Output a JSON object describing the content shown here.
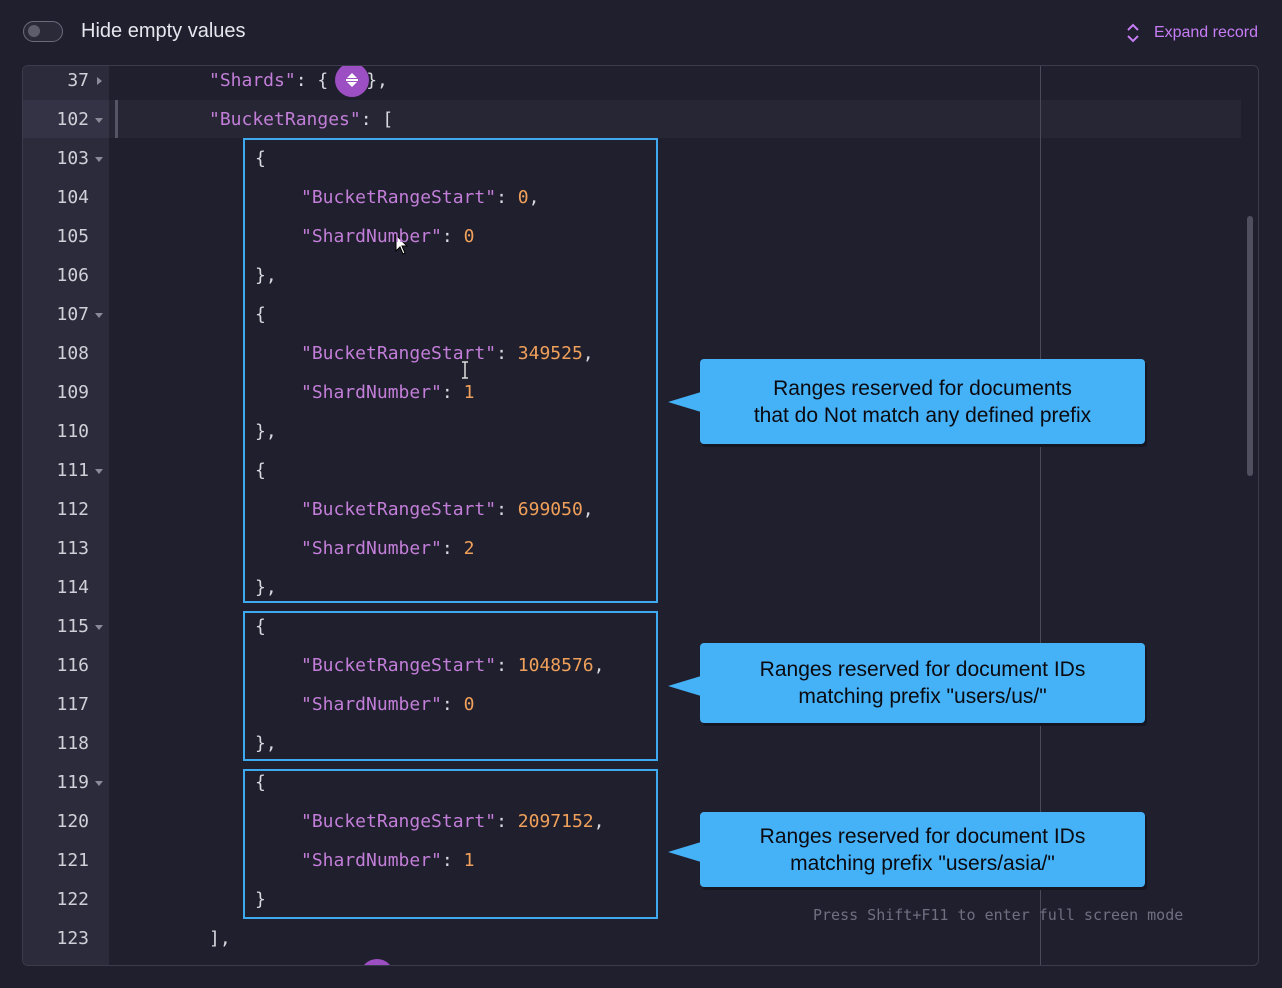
{
  "header": {
    "toggle_label": "Hide empty values",
    "toggle_state": "off",
    "expand_label": "Expand record",
    "expand_icon": "chevron-up-down-icon"
  },
  "colors": {
    "background": "#1f1f2d",
    "accent": "#c77df5",
    "key": "#c27ed8",
    "number": "#f0a05a",
    "callout": "#45b1f7",
    "box_border": "#3ea9ef"
  },
  "editor": {
    "lines": [
      {
        "num": "37",
        "fold": "right",
        "k": "\"Shards\"",
        "a": ": {",
        "b": "},",
        "n": ""
      },
      {
        "num": "102",
        "fold": "down",
        "k": "\"BucketRanges\"",
        "a": ": [",
        "b": "",
        "n": ""
      },
      {
        "num": "103",
        "fold": "down",
        "k": "",
        "a": "{",
        "b": "",
        "n": ""
      },
      {
        "num": "104",
        "fold": "",
        "k": "\"BucketRangeStart\"",
        "a": ": ",
        "n": "0",
        "b": ","
      },
      {
        "num": "105",
        "fold": "",
        "k": "\"ShardNumber\"",
        "a": ": ",
        "n": "0",
        "b": ""
      },
      {
        "num": "106",
        "fold": "",
        "k": "",
        "a": "},",
        "b": "",
        "n": ""
      },
      {
        "num": "107",
        "fold": "down",
        "k": "",
        "a": "{",
        "b": "",
        "n": ""
      },
      {
        "num": "108",
        "fold": "",
        "k": "\"BucketRangeStart\"",
        "a": ": ",
        "n": "349525",
        "b": ","
      },
      {
        "num": "109",
        "fold": "",
        "k": "\"ShardNumber\"",
        "a": ": ",
        "n": "1",
        "b": ""
      },
      {
        "num": "110",
        "fold": "",
        "k": "",
        "a": "},",
        "b": "",
        "n": ""
      },
      {
        "num": "111",
        "fold": "down",
        "k": "",
        "a": "{",
        "b": "",
        "n": ""
      },
      {
        "num": "112",
        "fold": "",
        "k": "\"BucketRangeStart\"",
        "a": ": ",
        "n": "699050",
        "b": ","
      },
      {
        "num": "113",
        "fold": "",
        "k": "\"ShardNumber\"",
        "a": ": ",
        "n": "2",
        "b": ""
      },
      {
        "num": "114",
        "fold": "",
        "k": "",
        "a": "},",
        "b": "",
        "n": ""
      },
      {
        "num": "115",
        "fold": "down",
        "k": "",
        "a": "{",
        "b": "",
        "n": ""
      },
      {
        "num": "116",
        "fold": "",
        "k": "\"BucketRangeStart\"",
        "a": ": ",
        "n": "1048576",
        "b": ","
      },
      {
        "num": "117",
        "fold": "",
        "k": "\"ShardNumber\"",
        "a": ": ",
        "n": "0",
        "b": ""
      },
      {
        "num": "118",
        "fold": "",
        "k": "",
        "a": "},",
        "b": "",
        "n": ""
      },
      {
        "num": "119",
        "fold": "down",
        "k": "",
        "a": "{",
        "b": "",
        "n": ""
      },
      {
        "num": "120",
        "fold": "",
        "k": "\"BucketRangeStart\"",
        "a": ": ",
        "n": "2097152",
        "b": ","
      },
      {
        "num": "121",
        "fold": "",
        "k": "\"ShardNumber\"",
        "a": ": ",
        "n": "1",
        "b": ""
      },
      {
        "num": "122",
        "fold": "",
        "k": "",
        "a": "}",
        "b": "",
        "n": ""
      },
      {
        "num": "123",
        "fold": "",
        "k": "",
        "a": "],",
        "b": "",
        "n": ""
      }
    ],
    "hint": "Press Shift+F11 to enter full screen mode"
  },
  "callouts": [
    "Ranges reserved for documents\nthat do Not match any defined prefix",
    "Ranges reserved for document IDs\nmatching prefix \"users/us/\"",
    "Ranges reserved for document IDs\nmatching prefix \"users/asia/\""
  ]
}
